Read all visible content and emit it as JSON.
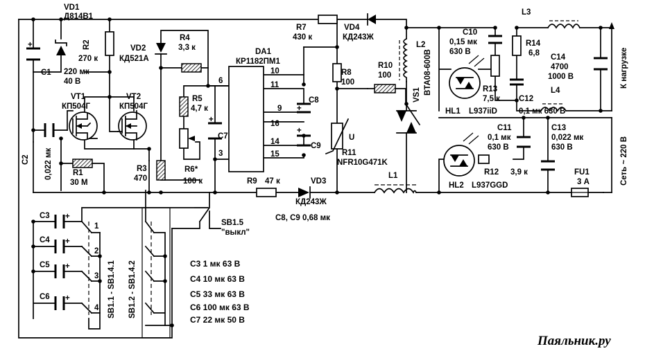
{
  "components": {
    "vd1": {
      "ref": "VD1",
      "part": "Д814В1"
    },
    "r2": {
      "ref": "R2",
      "value": "270 к"
    },
    "c1": {
      "ref": "C1",
      "value1": "220 мк",
      "value2": "40 В"
    },
    "vd2": {
      "ref": "VD2",
      "part": "КД521А"
    },
    "r4": {
      "ref": "R4",
      "value": "3,3 к"
    },
    "da1": {
      "ref": "DA1",
      "part": "КР1182ПМ1"
    },
    "vt1": {
      "ref": "VT1",
      "part": "КП504Г"
    },
    "vt2": {
      "ref": "VT2",
      "part": "КП504Г"
    },
    "r5": {
      "ref": "R5",
      "value": "4,7 к"
    },
    "c7": {
      "ref": "C7"
    },
    "r7": {
      "ref": "R7",
      "value": "430 к"
    },
    "vd4": {
      "ref": "VD4",
      "part": "КД243Ж"
    },
    "l2": {
      "ref": "L2"
    },
    "r8": {
      "ref": "R8",
      "value": "100"
    },
    "r10": {
      "ref": "R10",
      "value": "100"
    },
    "vs1": {
      "ref": "VS1",
      "part": "BTA08-600B"
    },
    "c10": {
      "ref": "C10",
      "value1": "0,15 мк",
      "value2": "630 В"
    },
    "r14": {
      "ref": "R14",
      "value": "6,8"
    },
    "r13": {
      "ref": "R13",
      "value": "7,5 к"
    },
    "l3": {
      "ref": "L3"
    },
    "c14": {
      "ref": "C14",
      "value1": "4700",
      "value2": "1000 В"
    },
    "hl1": {
      "ref": "HL1",
      "part": "L937iiD"
    },
    "c12": {
      "ref": "C12",
      "value": "0,1 мк  630 В"
    },
    "l4": {
      "ref": "L4"
    },
    "c8": {
      "ref": "C8"
    },
    "c9": {
      "ref": "C9"
    },
    "r11": {
      "ref": "R11",
      "part": "NFR10G471K",
      "mark": "U"
    },
    "c2": {
      "ref": "C2",
      "value": "0,022 мк"
    },
    "r1": {
      "ref": "R1",
      "value": "30 М"
    },
    "r3": {
      "ref": "R3",
      "value": "470"
    },
    "r6": {
      "ref": "R6*",
      "value": "100 к"
    },
    "r9": {
      "ref": "R9",
      "value": "47 к"
    },
    "vd3": {
      "ref": "VD3",
      "part": "КД243Ж"
    },
    "l1": {
      "ref": "L1"
    },
    "c11": {
      "ref": "C11",
      "value1": "0,1 мк",
      "value2": "630 В"
    },
    "c13": {
      "ref": "C13",
      "value1": "0,022 мк",
      "value2": "630 В"
    },
    "hl2": {
      "ref": "HL2",
      "part": "L937GGD"
    },
    "r12": {
      "ref": "R12",
      "value": "3,9 к"
    },
    "fu1": {
      "ref": "FU1",
      "value": "3 А"
    },
    "c3": {
      "ref": "C3"
    },
    "c4": {
      "ref": "C4"
    },
    "c5": {
      "ref": "C5"
    },
    "c6": {
      "ref": "C6"
    },
    "sb15": {
      "ref": "SB1.5",
      "note": "\"выкл\""
    },
    "sb1_1": {
      "ref": "SB1.1 - SB1.4.1"
    },
    "sb1_2": {
      "ref": "SB1.2 - SB1.4.2"
    }
  },
  "pins": {
    "p6": "6",
    "p3": "3",
    "p10": "10",
    "p11": "11",
    "p9": "9",
    "p16": "16",
    "p14": "14",
    "p15": "15"
  },
  "switch_positions": [
    "1",
    "2",
    "3",
    "4"
  ],
  "notes": {
    "c8_c9": "С8, С9  0,68 мк"
  },
  "bom": [
    "C3   1 мк 63 В",
    "C4   10 мк 63 В",
    "C5   33 мк 63 В",
    "C6   100 мк 63 В",
    "C7   22 мк 50 В"
  ],
  "terminals": {
    "load": "К нагрузке",
    "mains": "Сеть ~ 220 В"
  },
  "polarity": "+",
  "watermark": "Паяльник.ру"
}
